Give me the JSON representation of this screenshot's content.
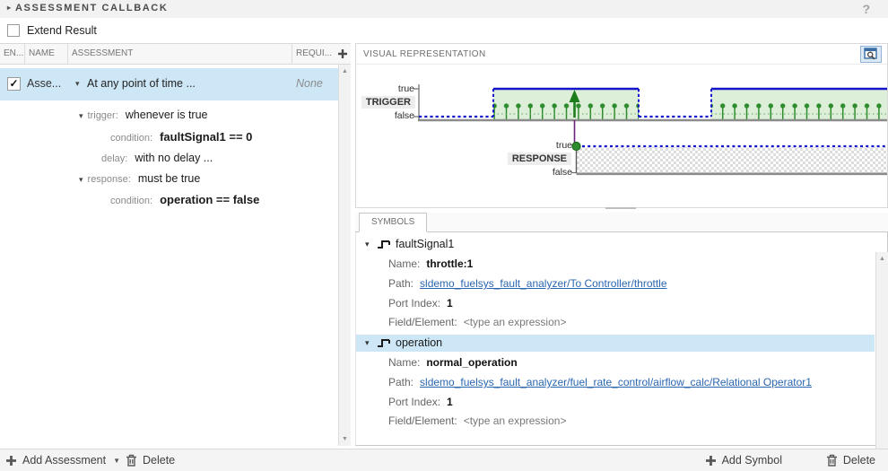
{
  "app": {
    "help_icon": "?"
  },
  "panel_header": {
    "collapse_icon": "▸",
    "title": "ASSESSMENT CALLBACK"
  },
  "extend_result": {
    "label": "Extend Result",
    "checked": false
  },
  "assessment_table": {
    "columns": {
      "enabled": "EN...",
      "name": "NAME",
      "assessment": "ASSESSMENT",
      "requirement": "REQUI..."
    },
    "add_column_button": "+",
    "row": {
      "checkmark": "✓",
      "name": "Asse...",
      "caret": "▾",
      "assessment": "At any point of time ...",
      "requirement": "None"
    },
    "tree": [
      {
        "caret": "▾",
        "label": "trigger:",
        "value": "whenever is true"
      },
      {
        "label": "condition:",
        "value": "faultSignal1 == 0"
      },
      {
        "label": "delay:",
        "value": "with no delay ..."
      },
      {
        "caret": "▾",
        "label": "response:",
        "value": "must be true"
      },
      {
        "label": "condition:",
        "value": "operation == false"
      }
    ]
  },
  "visual": {
    "title": "VISUAL REPRESENTATION",
    "trigger": {
      "label": "TRIGGER",
      "true_label": "true",
      "false_label": "false"
    },
    "response": {
      "label": "RESPONSE",
      "true_label": "true",
      "false_label": "false"
    },
    "colors": {
      "signal_blue": "#1414cc",
      "event_green": "#2e8c2e",
      "fill_green": "#ddefd8",
      "cursor_purple": "#6b1f7a",
      "axis_gray": "#8c8c8c"
    }
  },
  "symbols": {
    "tab_label": "SYMBOLS",
    "items": [
      {
        "caret": "▾",
        "name": "faultSignal1",
        "selected": false,
        "fields": [
          {
            "label": "Name:",
            "value": "throttle:1"
          },
          {
            "label": "Path:",
            "value": "sldemo_fuelsys_fault_analyzer/To Controller/throttle"
          },
          {
            "label": "Port Index:",
            "value": "1"
          },
          {
            "label": "Field/Element:",
            "value": "<type an expression>"
          }
        ]
      },
      {
        "caret": "▾",
        "name": "operation",
        "selected": true,
        "fields": [
          {
            "label": "Name:",
            "value": "normal_operation"
          },
          {
            "label": "Path:",
            "value": "sldemo_fuelsys_fault_analyzer/fuel_rate_control/airflow_calc/Relational Operator1"
          },
          {
            "label": "Port Index:",
            "value": "1"
          },
          {
            "label": "Field/Element:",
            "value": "<type an expression>"
          }
        ]
      }
    ]
  },
  "footer": {
    "add_assessment": "Add Assessment",
    "add_assessment_caret": "▼",
    "delete_assessment": "Delete",
    "add_symbol": "Add Symbol",
    "delete_symbol": "Delete"
  }
}
